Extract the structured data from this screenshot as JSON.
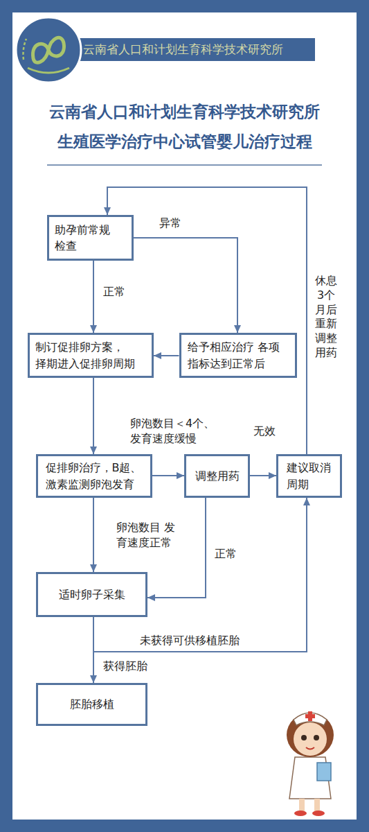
{
  "diagram": {
    "title": "云南省人口和计划生育科学技术研究所 生殖医学治疗中心试管婴儿治疗过程",
    "nodes": [
      {
        "text": [
          "助孕前常规 检查"
        ]
      },
      {
        "text": [
          "制订促排卵方案， 择期进入促排卵周期"
        ]
      },
      {
        "text": [
          "给予相应治疗 各项指标达到正常后"
        ]
      },
      {
        "text": [
          "促排卵治疗，B超、 激素监测卵泡发育"
        ]
      },
      {
        "text": [
          "调整用药"
        ]
      },
      {
        "text": [
          "建议取消 周期"
        ]
      },
      {
        "text": [
          "适时卵子采集"
        ]
      },
      {
        "text": [
          "胚胎移植"
        ]
      }
    ],
    "edges": [
      {
        "from": 0,
        "to": 1,
        "label": "正常",
        "arrow": "to"
      },
      {
        "from": 0,
        "to": 2,
        "label": "异常",
        "arrow": "to"
      },
      {
        "from": 2,
        "to": 1,
        "arrow": "to"
      },
      {
        "from": 1,
        "to": 3,
        "arrow": "to"
      },
      {
        "from": 3,
        "to": 4,
        "label": "卵泡数目＜4个、 发育速度缓慢",
        "arrow": "to"
      },
      {
        "from": 4,
        "to": 5,
        "label": "无效",
        "arrow": "to"
      },
      {
        "from": 4,
        "to": 6,
        "label": "正常",
        "arrow": "to"
      },
      {
        "from": 3,
        "to": 6,
        "label": "卵泡数目 发育速度正常",
        "arrow": "to"
      },
      {
        "from": 6,
        "to": 5,
        "label": "未获得可供移植胚胎",
        "arrow": "to"
      },
      {
        "from": 6,
        "to": 7,
        "label": "获得胚胎",
        "arrow": "to"
      },
      {
        "from": 5,
        "to": 0,
        "label": "休息3个月后重新调整用药",
        "arrow": "to"
      }
    ],
    "labels": [
      "云南省人口和计划生育科学技术研究所"
    ]
  }
}
